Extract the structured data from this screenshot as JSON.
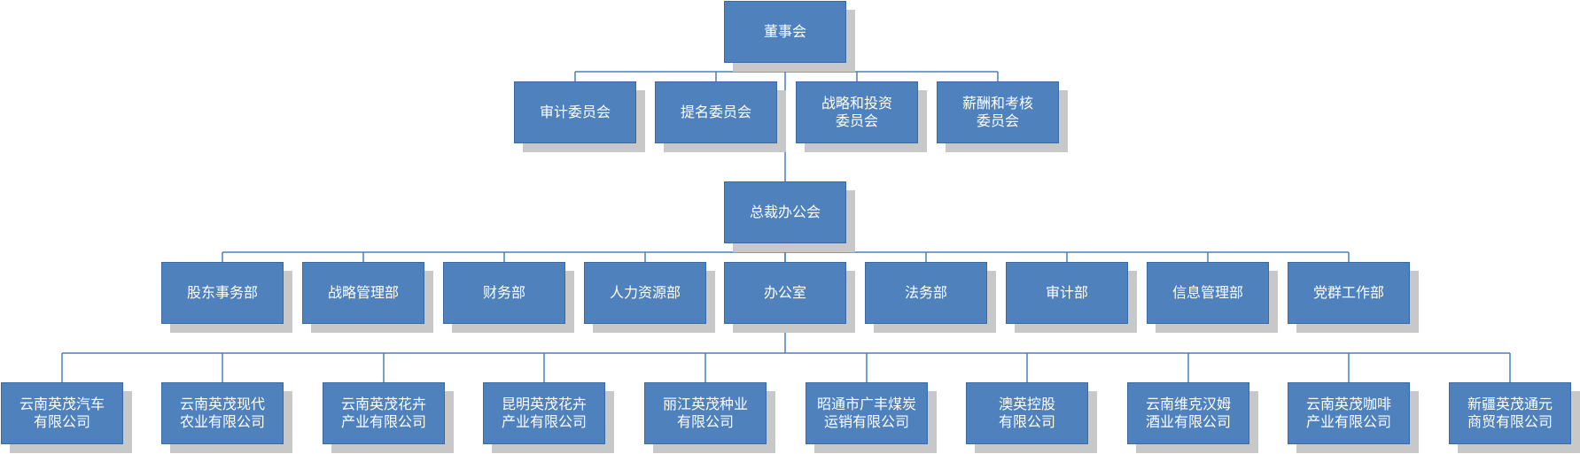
{
  "org": {
    "root": {
      "label": "董事会"
    },
    "committees": [
      {
        "label": "审计委员会"
      },
      {
        "label": "提名委员会"
      },
      {
        "label": "战略和投资\n委员会"
      },
      {
        "label": "薪酬和考核\n委员会"
      }
    ],
    "office": {
      "label": "总裁办公会"
    },
    "departments": [
      {
        "label": "股东事务部"
      },
      {
        "label": "战略管理部"
      },
      {
        "label": "财务部"
      },
      {
        "label": "人力资源部"
      },
      {
        "label": "办公室"
      },
      {
        "label": "法务部"
      },
      {
        "label": "审计部"
      },
      {
        "label": "信息管理部"
      },
      {
        "label": "党群工作部"
      }
    ],
    "subsidiaries": [
      {
        "label": "云南英茂汽车\n有限公司"
      },
      {
        "label": "云南英茂现代\n农业有限公司"
      },
      {
        "label": "云南英茂花卉\n产业有限公司"
      },
      {
        "label": "昆明英茂花卉\n产业有限公司"
      },
      {
        "label": "丽江英茂种业\n有限公司"
      },
      {
        "label": "昭通市广丰煤炭\n运销有限公司"
      },
      {
        "label": "澳英控股\n有限公司"
      },
      {
        "label": "云南维克汉姆\n酒业有限公司"
      },
      {
        "label": "云南英茂咖啡\n产业有限公司"
      },
      {
        "label": "新疆英茂通元\n商贸有限公司"
      }
    ]
  }
}
